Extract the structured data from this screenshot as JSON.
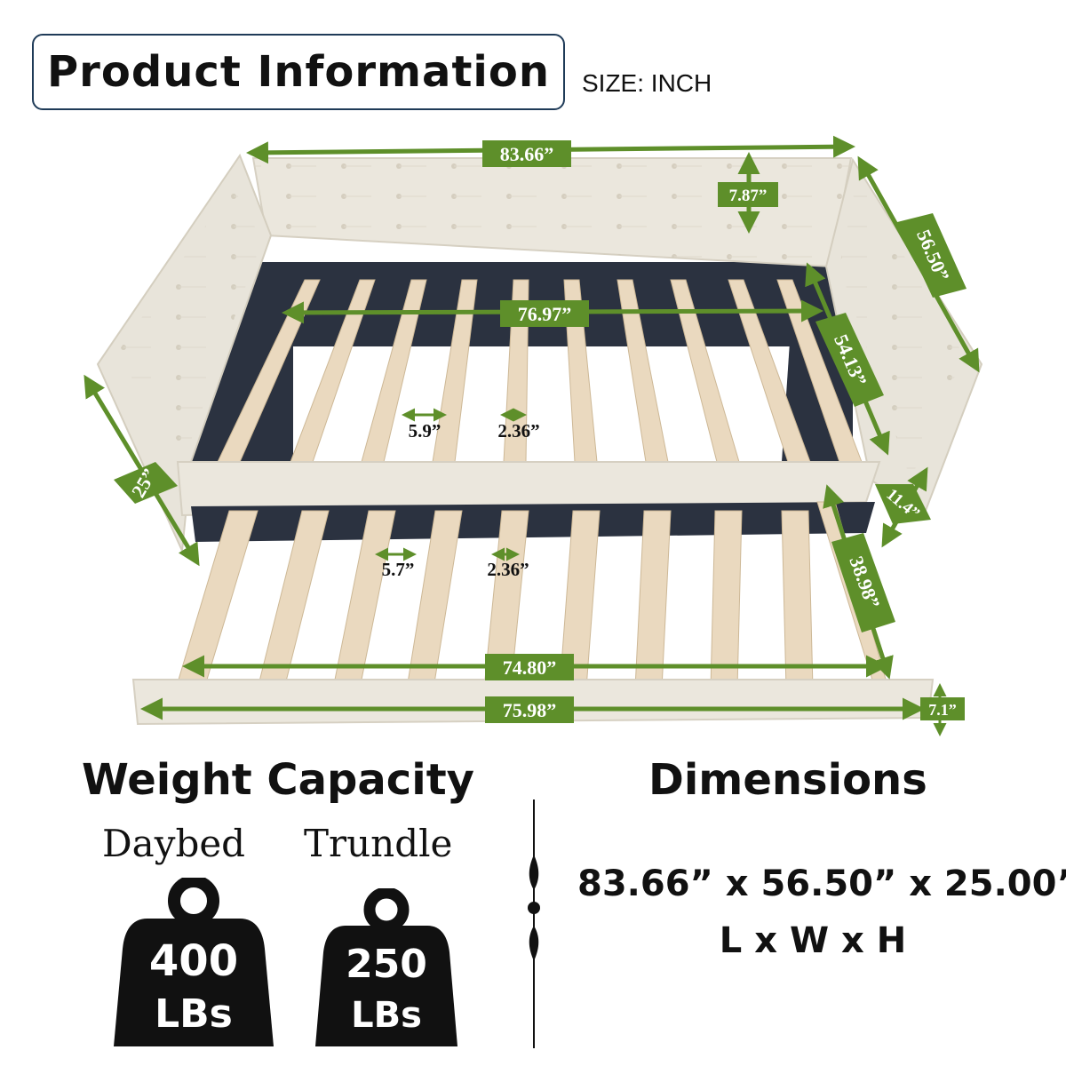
{
  "header": {
    "title": "Product Information",
    "size_note": "SIZE: INCH"
  },
  "diagram": {
    "accent_color": "#5e8f2a",
    "labels": {
      "total_length": "83.66”",
      "back_height": "7.87”",
      "total_width": "56.50”",
      "inner_length": "76.97”",
      "inner_width": "54.13”",
      "total_height": "25”",
      "slat_gap_top": "5.9”",
      "slat_width_top": "2.36”",
      "front_height": "11.4”",
      "slat_gap_trundle": "5.7”",
      "slat_width_trundle": "2.36”",
      "trundle_depth": "38.98”",
      "trundle_inner_length": "74.80”",
      "trundle_length": "75.98”",
      "trundle_height": "7.1”"
    }
  },
  "weight_capacity": {
    "heading": "Weight Capacity",
    "daybed": {
      "label": "Daybed",
      "value": "400",
      "unit": "LBs"
    },
    "trundle": {
      "label": "Trundle",
      "value": "250",
      "unit": "LBs"
    }
  },
  "dimensions": {
    "heading": "Dimensions",
    "value": "83.66” x 56.50” x 25.00”",
    "axes": "L x W x H"
  }
}
